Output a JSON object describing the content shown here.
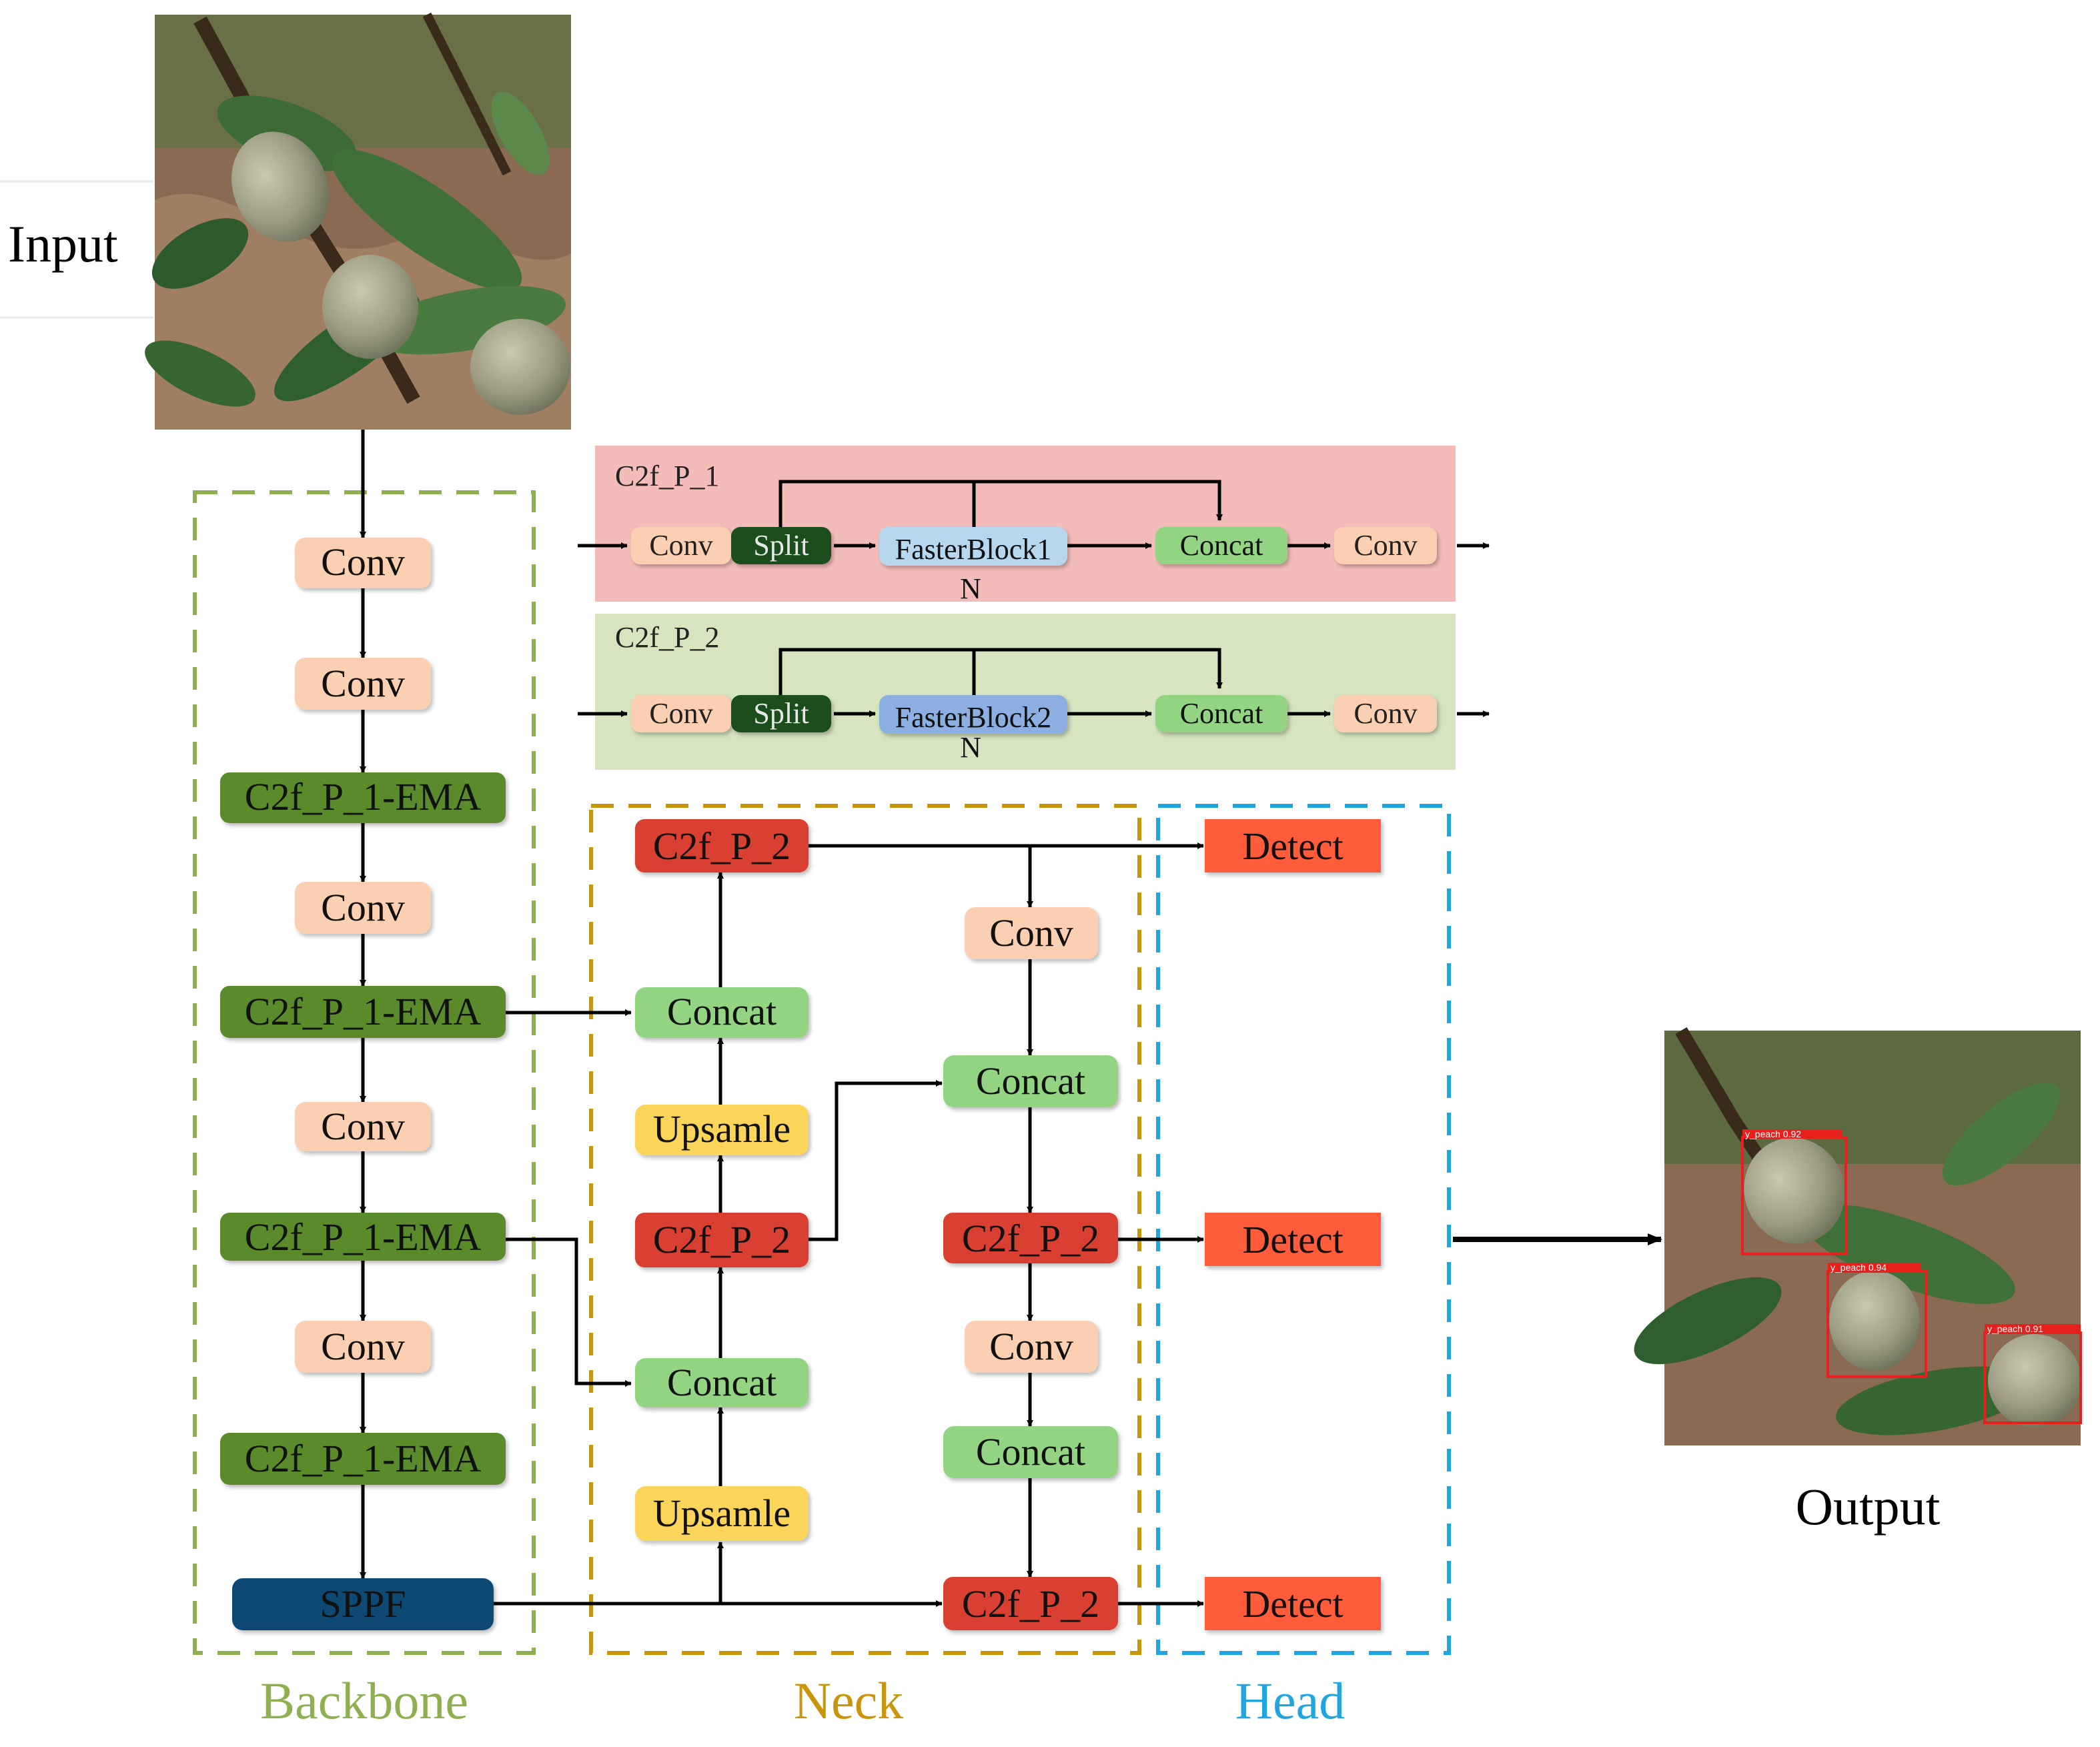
{
  "input_label": "Input",
  "output_label": "Output",
  "sections": {
    "backbone": "Backbone",
    "neck": "Neck",
    "head": "Head"
  },
  "colors": {
    "backbone": "#8fb050",
    "neck": "#c9950a",
    "head": "#1fa5df",
    "conv": "#fbcfb2",
    "c2f_ema": "#5a8a2c",
    "sppf": "#0e4a73",
    "c2f_p2": "#d93f30",
    "concat": "#93d483",
    "upsample": "#fbd55a",
    "detect": "#ff5c3a",
    "split": "#1e4d1b",
    "fasterblock1": "#b7d7ee",
    "fasterblock2": "#8daee0",
    "panel1": "#f4bcb9",
    "panel2": "#d6e4c0"
  },
  "modules": {
    "conv": "Conv",
    "c2f_ema": "C2f_P_1-EMA",
    "sppf": "SPPF",
    "c2f_p2": "C2f_P_2",
    "concat": "Concat",
    "upsample": "Upsamle",
    "detect": "Detect"
  },
  "panel1": {
    "title": "C2f_P_1",
    "conv": "Conv",
    "split": "Split",
    "block": "FasterBlock1",
    "n": "N",
    "concat": "Concat",
    "conv_out": "Conv"
  },
  "panel2": {
    "title": "C2f_P_2",
    "conv": "Conv",
    "split": "Split",
    "block": "FasterBlock2",
    "n": "N",
    "concat": "Concat",
    "conv_out": "Conv"
  },
  "detections": [
    {
      "label": "y_peach 0.92"
    },
    {
      "label": "y_peach 0.94"
    },
    {
      "label": "y_peach 0.91"
    }
  ]
}
